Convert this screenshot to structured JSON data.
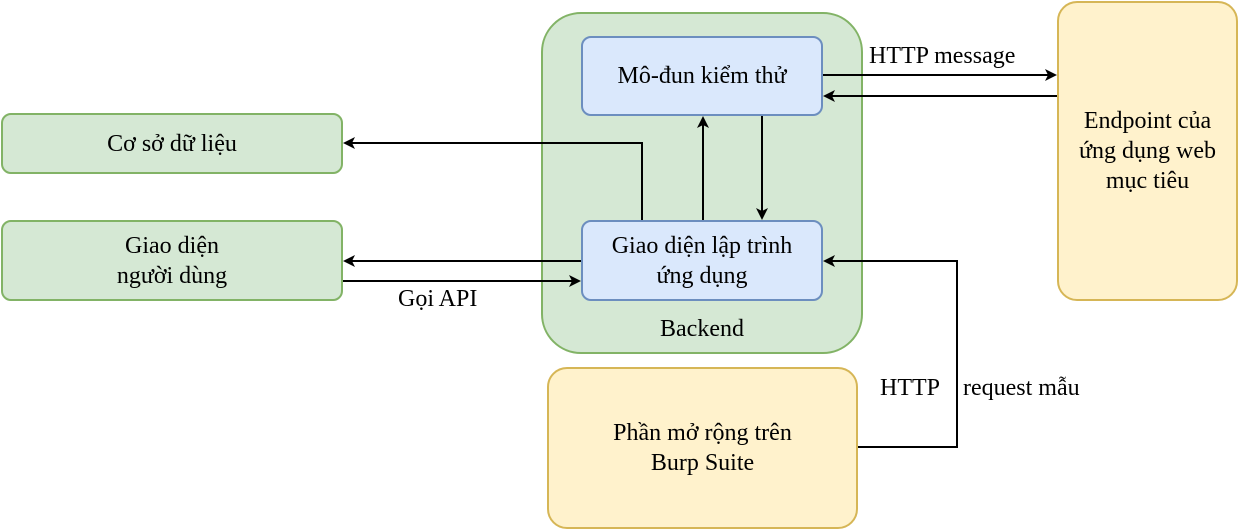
{
  "nodes": {
    "backend": "Backend",
    "test_module": "Mô-đun kiểm thử",
    "api": "Giao diện lập trình\nứng dụng",
    "database": "Cơ sở dữ liệu",
    "ui": "Giao diện\nngười dùng",
    "target_endpoint": "Endpoint của\nứng dụng web\nmục tiêu",
    "burp_extension": "Phần mở rộng trên\nBurp Suite"
  },
  "edge_labels": {
    "http_message": "HTTP message",
    "api_call": "Gọi API",
    "http_request_sample_1": "HTTP",
    "http_request_sample_2": "request mẫu"
  },
  "colors": {
    "green_fill": "#d5e8d4",
    "green_stroke": "#82b366",
    "blue_fill": "#dae8fc",
    "blue_stroke": "#6c8ebf",
    "yellow_fill": "#fff2cc",
    "yellow_stroke": "#d6b656"
  }
}
